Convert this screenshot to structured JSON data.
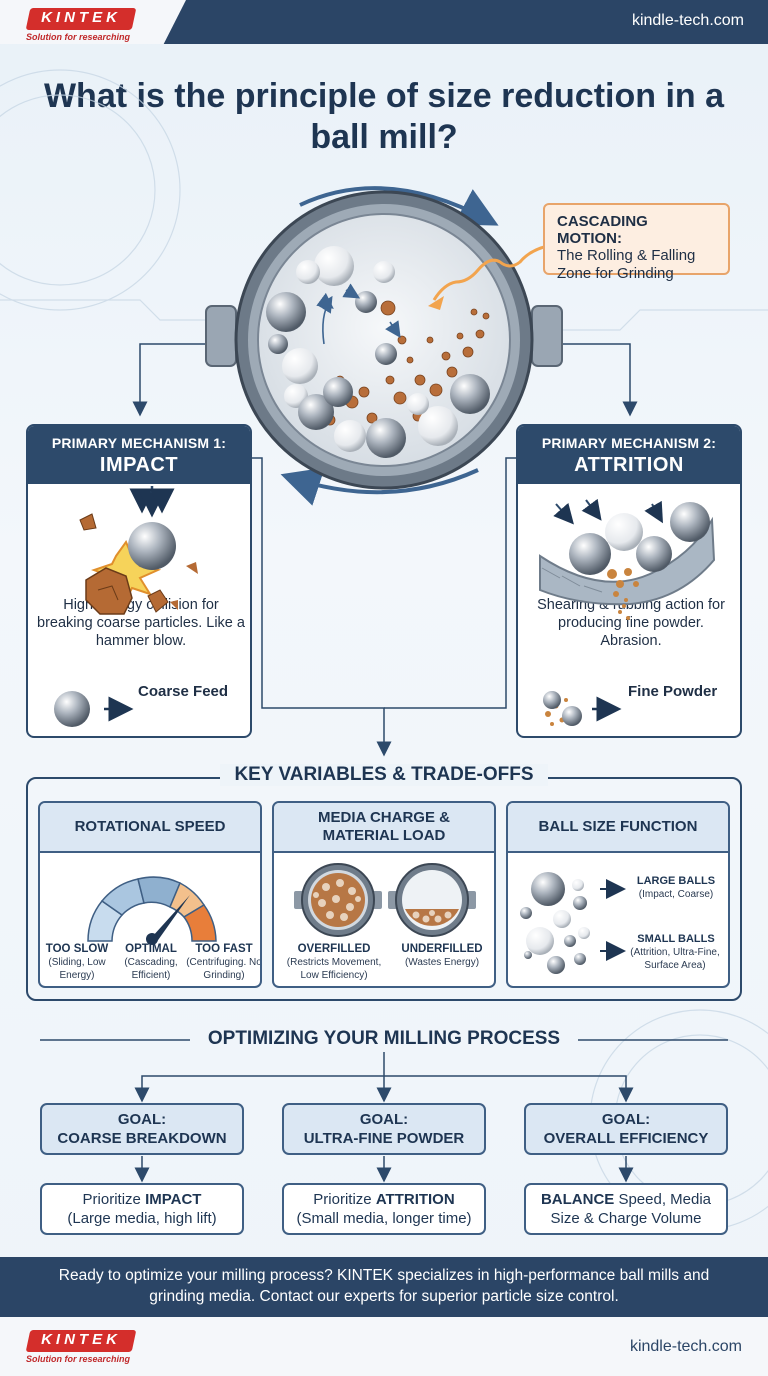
{
  "brand": {
    "logo": "KINTEK",
    "tagline": "Solution for researching",
    "website": "kindle-tech.com"
  },
  "title": "What is the principle of size reduction in a ball mill?",
  "callout": {
    "heading": "CASCADING MOTION:",
    "text": "The Rolling & Falling Zone for Grinding"
  },
  "mechanisms": [
    {
      "label": "PRIMARY MECHANISM 1:",
      "name": "IMPACT",
      "description": "High-energy collision for breaking coarse particles. Like a hammer blow.",
      "result": "Coarse Feed"
    },
    {
      "label": "PRIMARY MECHANISM 2:",
      "name": "ATTRITION",
      "description": "Shearing & rubbing action for producing fine powder. Abrasion.",
      "result": "Fine Powder"
    }
  ],
  "variables": {
    "title": "KEY VARIABLES & TRADE-OFFS",
    "rotational_speed": {
      "title": "ROTATIONAL SPEED",
      "states": [
        {
          "label": "TOO SLOW",
          "detail": "(Sliding, Low Energy)"
        },
        {
          "label": "OPTIMAL",
          "detail": "(Cascading, Efficient)"
        },
        {
          "label": "TOO FAST",
          "detail": "(Centrifuging. No Grinding)"
        }
      ]
    },
    "media_charge": {
      "title": "MEDIA CHARGE & MATERIAL LOAD",
      "states": [
        {
          "label": "OVERFILLED",
          "detail": "(Restricts Movement, Low Efficiency)"
        },
        {
          "label": "UNDERFILLED",
          "detail": "(Wastes Energy)"
        }
      ]
    },
    "ball_size": {
      "title": "BALL SIZE FUNCTION",
      "large": {
        "label": "LARGE BALLS",
        "detail": "(Impact, Coarse)"
      },
      "small": {
        "label": "SMALL BALLS",
        "detail": "(Attrition, Ultra-Fine, Surface Area)"
      }
    }
  },
  "optimizing": {
    "title": "OPTIMIZING YOUR MILLING PROCESS",
    "goals": [
      {
        "goal": "GOAL:",
        "goal_name": "COARSE BREAKDOWN",
        "action_pre": "Prioritize ",
        "action_bold": "IMPACT",
        "action_post": "",
        "action_detail": "(Large media, high lift)"
      },
      {
        "goal": "GOAL:",
        "goal_name": "ULTRA-FINE POWDER",
        "action_pre": "Prioritize ",
        "action_bold": "ATTRITION",
        "action_post": "",
        "action_detail": "(Small media, longer time)"
      },
      {
        "goal": "GOAL:",
        "goal_name": "OVERALL EFFICIENCY",
        "action_pre": "",
        "action_bold": "BALANCE",
        "action_post": " Speed, Media",
        "action_detail": "Size & Charge Volume"
      }
    ]
  },
  "cta": "Ready to optimize your milling process? KINTEK specializes in high-performance ball mills and grinding media. Contact our experts for superior particle size control."
}
